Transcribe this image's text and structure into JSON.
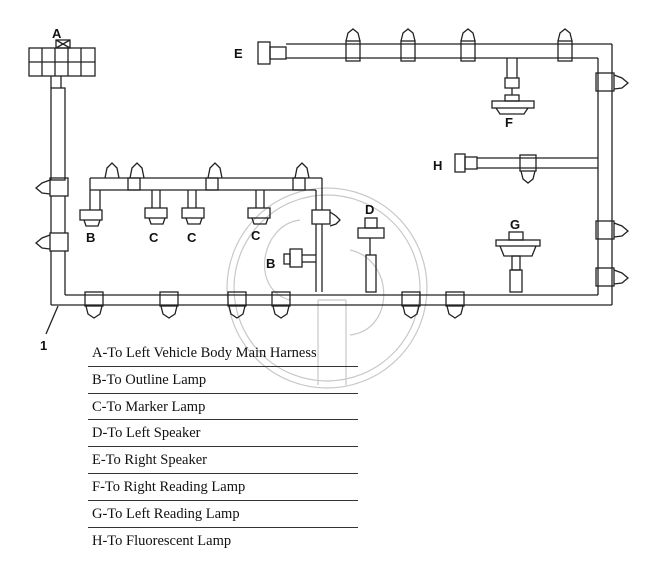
{
  "labels": {
    "a": "A",
    "b1": "B",
    "b2": "B",
    "c1": "C",
    "c2": "C",
    "c3": "C",
    "d": "D",
    "e": "E",
    "f": "F",
    "g": "G",
    "h": "H",
    "harness": "1"
  },
  "legend": [
    "A-To Left Vehicle Body Main Harness",
    "B-To Outline Lamp",
    "C-To Marker Lamp",
    "D-To Left Speaker",
    "E-To Right Speaker",
    "F-To Right Reading Lamp",
    "G-To Left Reading Lamp",
    "H-To Fluorescent Lamp"
  ]
}
